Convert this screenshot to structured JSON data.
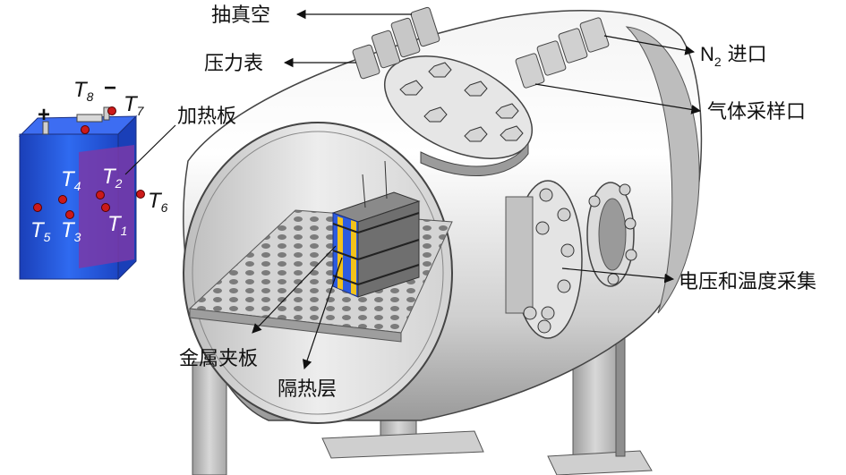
{
  "labels": {
    "vacuum": "抽真空",
    "pressure_gauge": "压力表",
    "heater": "加热板",
    "n2_letter": "N",
    "n2_sub": "2",
    "n2_rest": " 进口",
    "gas_sampling": "气体采样口",
    "voltage_temp": "电压和温度采集",
    "clamp": "金属夹板",
    "insulation": "隔热层"
  },
  "terminals": {
    "plus": "+",
    "minus": "−"
  },
  "thermocouples": [
    {
      "id": "T1",
      "letter": "T",
      "sub": "1"
    },
    {
      "id": "T2",
      "letter": "T",
      "sub": "2"
    },
    {
      "id": "T3",
      "letter": "T",
      "sub": "3"
    },
    {
      "id": "T4",
      "letter": "T",
      "sub": "4"
    },
    {
      "id": "T5",
      "letter": "T",
      "sub": "5"
    },
    {
      "id": "T6",
      "letter": "T",
      "sub": "6"
    },
    {
      "id": "T7",
      "letter": "T",
      "sub": "7"
    },
    {
      "id": "T8",
      "letter": "T",
      "sub": "8"
    }
  ],
  "colors": {
    "battery_blue": "#1f4fd6",
    "heater_purple": "#7a3aa8",
    "sensor_red": "#cc1a1a",
    "chamber_gray": "#d9d9d9",
    "insulation_yellow": "#f2c21b"
  }
}
